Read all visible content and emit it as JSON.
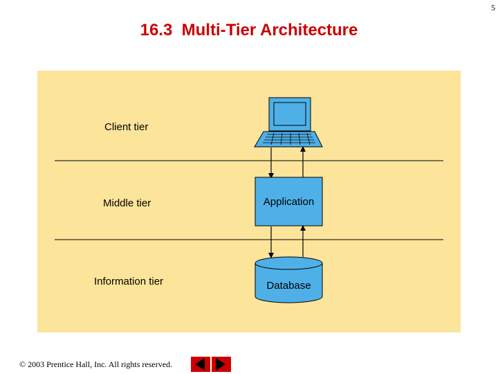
{
  "page": {
    "number": "5"
  },
  "slide": {
    "title": "16.3  Multi-Tier Architecture"
  },
  "diagram": {
    "tiers": [
      {
        "label": "Client tier"
      },
      {
        "label": "Middle tier",
        "component": "Application"
      },
      {
        "label": "Information tier",
        "component": "Database"
      }
    ],
    "colors": {
      "panel": "#fde49b",
      "component": "#4fb0e8",
      "title": "#cc0000"
    }
  },
  "footer": {
    "copyright": "© 2003 Prentice Hall, Inc.  All rights reserved."
  },
  "nav": {
    "prev_icon": "triangle-left-icon",
    "next_icon": "triangle-right-icon"
  }
}
